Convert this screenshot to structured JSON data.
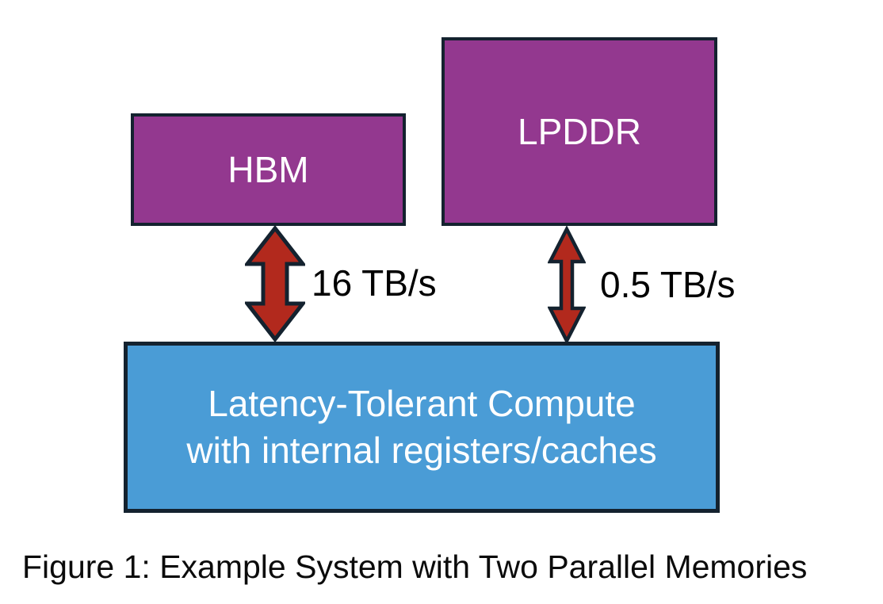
{
  "figure": {
    "caption": "Figure 1: Example System with Two Parallel Memories",
    "nodes": {
      "hbm": {
        "label": "HBM"
      },
      "lpddr": {
        "label": "LPDDR"
      },
      "compute": {
        "lines": [
          "Latency-Tolerant Compute",
          "with internal registers/caches"
        ]
      }
    },
    "links": [
      {
        "from": "HBM",
        "to": "Compute",
        "bandwidth": "16 TB/s",
        "direction": "bidirectional"
      },
      {
        "from": "LPDDR",
        "to": "Compute",
        "bandwidth": "0.5 TB/s",
        "direction": "bidirectional"
      }
    ],
    "colors": {
      "memory_fill": "#93388F",
      "compute_fill": "#4A9CD6",
      "outline": "#14222F",
      "arrow_fill": "#B2291D",
      "node_text": "#FFFFFF",
      "label_text": "#000000",
      "background": "#FFFFFF"
    }
  }
}
